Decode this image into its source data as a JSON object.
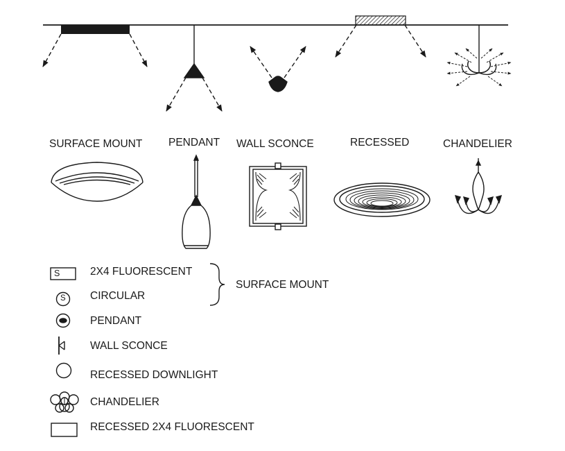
{
  "fixture_types": [
    {
      "id": "surface-mount",
      "label": "SURFACE MOUNT"
    },
    {
      "id": "pendant",
      "label": "PENDANT"
    },
    {
      "id": "wall-sconce",
      "label": "WALL SCONCE"
    },
    {
      "id": "recessed",
      "label": "RECESSED"
    },
    {
      "id": "chandelier",
      "label": "CHANDELIER"
    }
  ],
  "legend": [
    {
      "id": "fluorescent-2x4",
      "symbol_text": "S",
      "label": "2X4 FLUORESCENT"
    },
    {
      "id": "circular",
      "symbol_text": "S",
      "label": "CIRCULAR"
    },
    {
      "id": "pendant",
      "label": "PENDANT"
    },
    {
      "id": "wall-sconce",
      "label": "WALL SCONCE"
    },
    {
      "id": "recessed-downlight",
      "label": "RECESSED DOWNLIGHT"
    },
    {
      "id": "chandelier",
      "label": "CHANDELIER"
    },
    {
      "id": "recessed-fluorescent-2x4",
      "label": "RECESSED 2X4 FLUORESCENT"
    }
  ],
  "group_label": "SURFACE MOUNT"
}
